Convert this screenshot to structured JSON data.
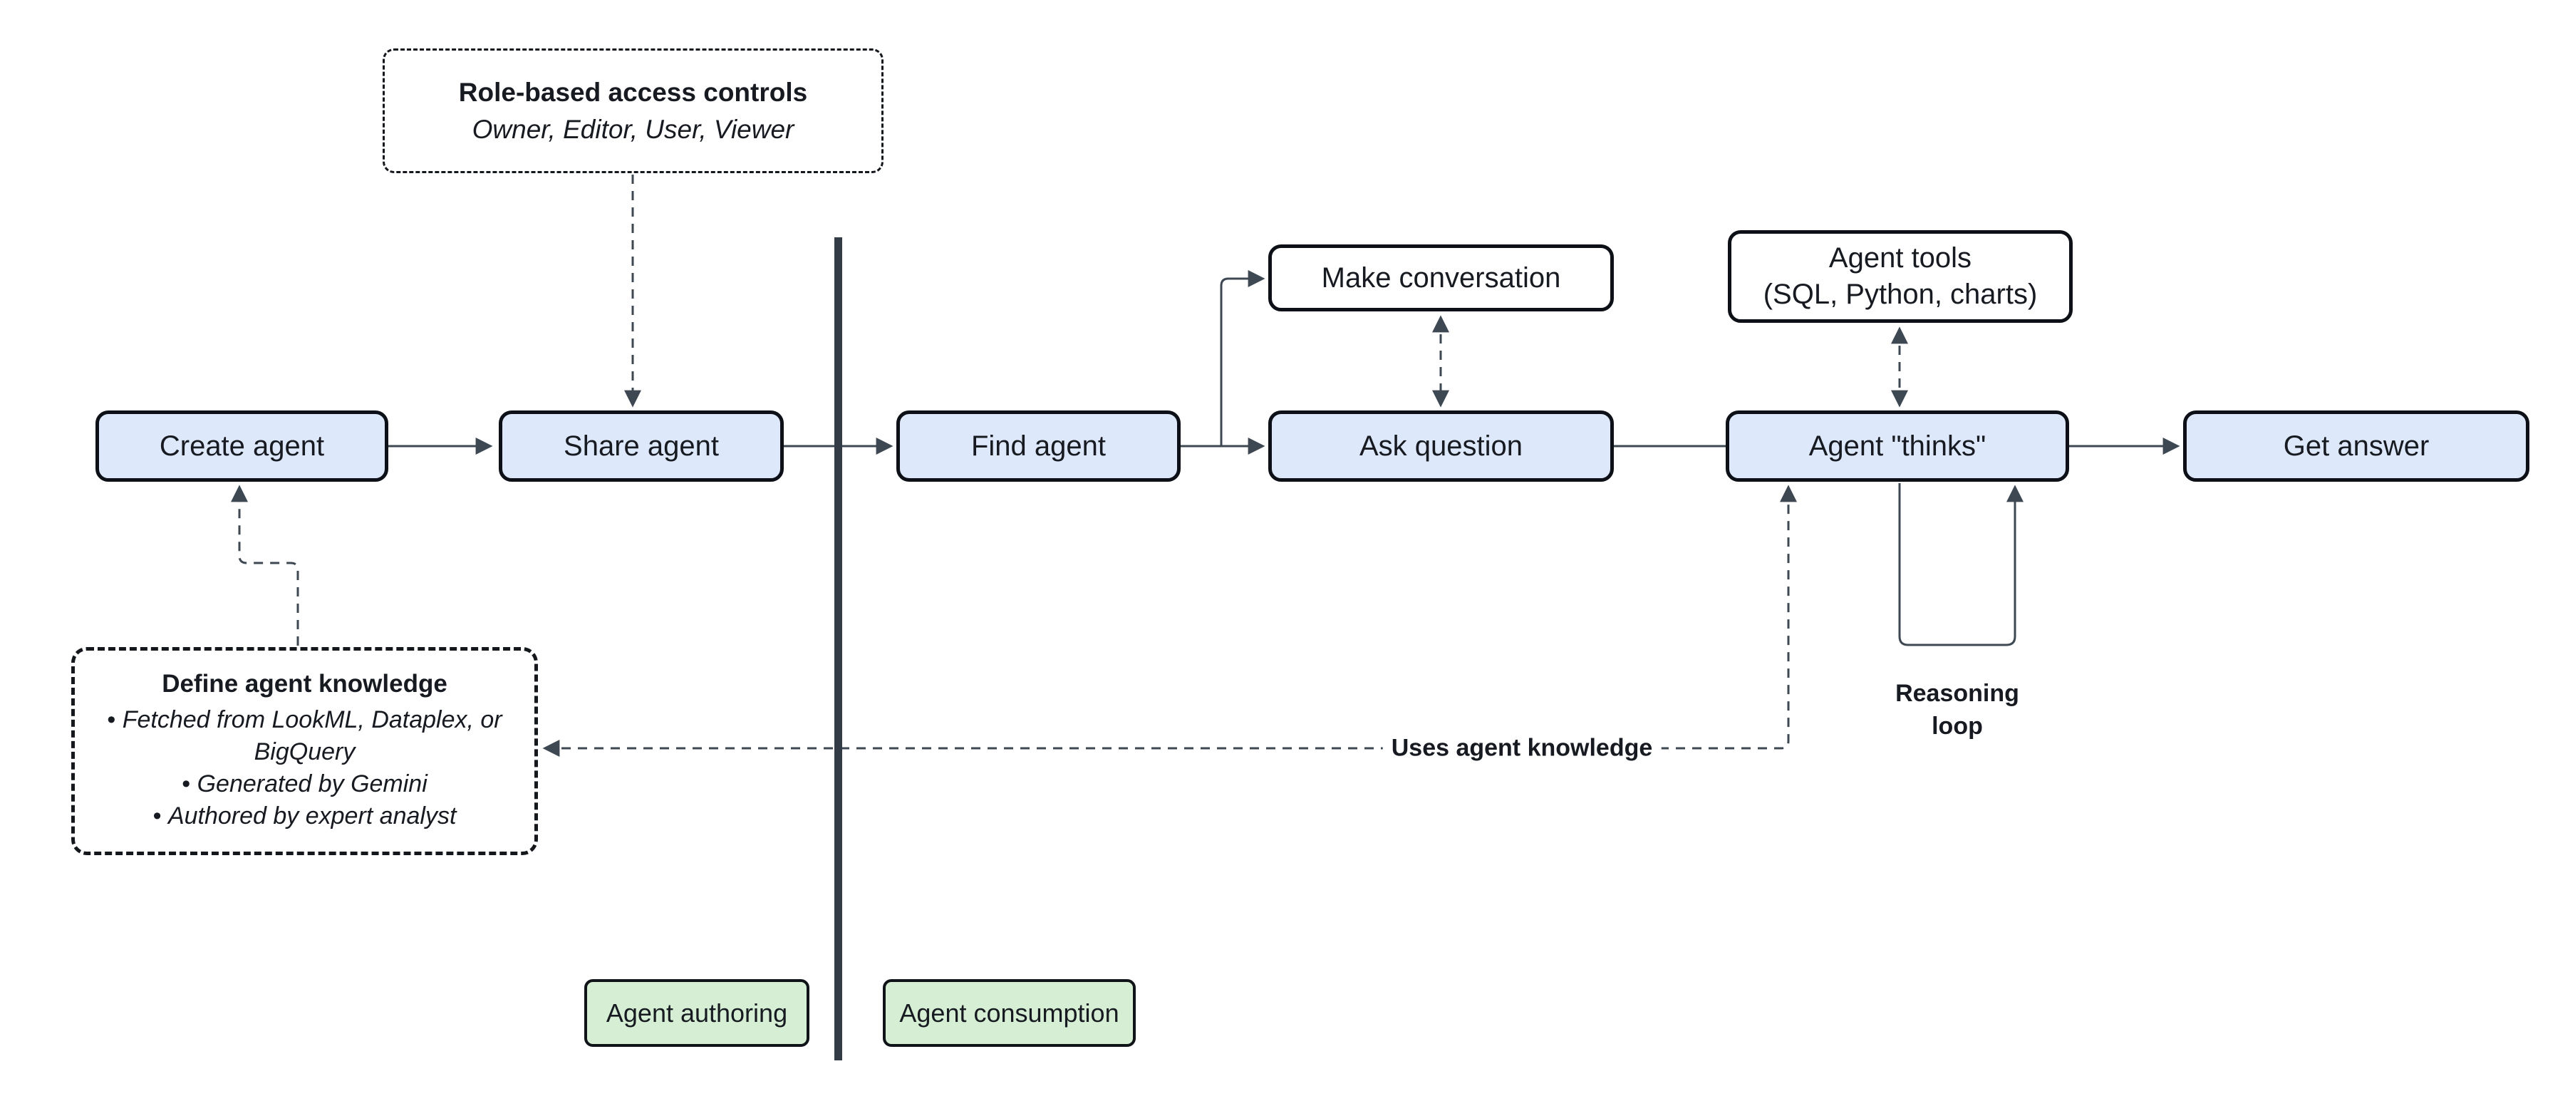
{
  "diagram": {
    "nodes": {
      "create_agent": "Create agent",
      "share_agent": "Share agent",
      "find_agent": "Find agent",
      "ask_question": "Ask question",
      "make_conversation": "Make conversation",
      "agent_tools_line1": "Agent tools",
      "agent_tools_line2": "(SQL, Python, charts)",
      "agent_thinks": "Agent \"thinks\"",
      "get_answer": "Get answer"
    },
    "callouts": {
      "role_based": {
        "title": "Role-based access controls",
        "subtitle": "Owner, Editor, User, Viewer"
      },
      "define_knowledge": {
        "title": "Define agent knowledge",
        "bullets": [
          "Fetched from LookML, Dataplex, or BigQuery",
          "Generated by Gemini",
          "Authored by expert analyst"
        ]
      }
    },
    "edge_labels": {
      "uses_agent_knowledge": "Uses agent knowledge",
      "reasoning_loop": "Reasoning loop"
    },
    "zones": {
      "authoring": "Agent authoring",
      "consumption": "Agent consumption"
    },
    "colors": {
      "node_fill_blue": "#dde8fa",
      "node_fill_white": "#ffffff",
      "zone_fill_green": "#d6efd4",
      "node_border": "#0d1117",
      "connector": "#3d4852",
      "divider": "#333c46",
      "text": "#171b21"
    }
  }
}
